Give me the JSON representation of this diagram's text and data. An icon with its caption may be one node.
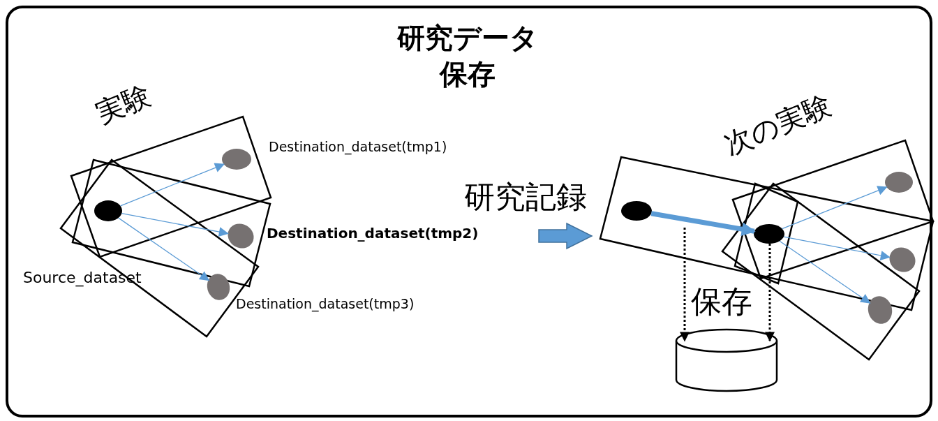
{
  "diagram": {
    "title": "研究データ保存",
    "nodes": [
      {
        "text": [],
        "shape": "ellipse",
        "beside": [
          "Source_dataset"
        ]
      },
      {
        "text": [],
        "shape": "ellipse",
        "beside": [
          "Destination_dataset(tmp1)"
        ]
      },
      {
        "text": [],
        "shape": "ellipse",
        "beside": [
          "Destination_dataset(tmp2)"
        ]
      },
      {
        "text": [],
        "shape": "ellipse",
        "beside": [
          "Destination_dataset(tmp3)"
        ]
      },
      {
        "text": [],
        "shape": "ellipse"
      },
      {
        "text": [],
        "shape": "ellipse"
      },
      {
        "text": [],
        "shape": "ellipse"
      },
      {
        "text": [],
        "shape": "ellipse"
      },
      {
        "text": [],
        "shape": "ellipse"
      },
      {
        "text": [],
        "shape": "cylinder"
      }
    ],
    "edges": [
      {
        "from": 0,
        "to": 1,
        "arrow": "to"
      },
      {
        "from": 0,
        "to": 2,
        "arrow": "to"
      },
      {
        "from": 0,
        "to": 3,
        "arrow": "to"
      },
      {
        "from": 4,
        "to": 5,
        "arrow": "to",
        "style": "thick"
      },
      {
        "from": 5,
        "to": 6,
        "arrow": "to"
      },
      {
        "from": 5,
        "to": 7,
        "arrow": "to"
      },
      {
        "from": 5,
        "to": 8,
        "arrow": "to"
      },
      {
        "from": 4,
        "to": 9,
        "arrow": "to",
        "style": "dashed",
        "color": "#000000"
      },
      {
        "from": 5,
        "to": 9,
        "arrow": "to",
        "style": "dashed",
        "color": "#000000"
      }
    ],
    "labels": [
      "実験",
      "研究記録",
      "次の実験",
      "保存"
    ]
  }
}
